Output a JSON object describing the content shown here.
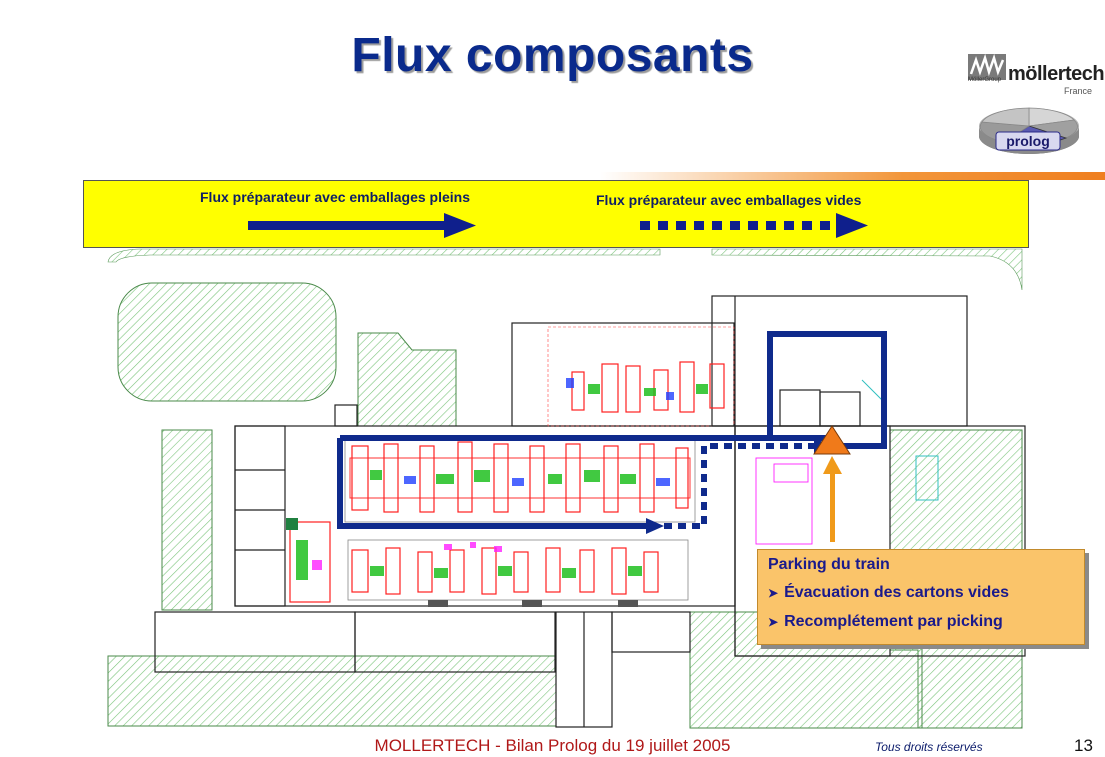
{
  "slide": {
    "title": "Flux composants",
    "page_number": "13"
  },
  "logo": {
    "brand_name": "möllertech",
    "group_name": "MöllerGroup",
    "country": "France",
    "product_name": "prolog",
    "pie_colors": [
      "#9a9a9a",
      "#c8c8c8",
      "#5a5ab0"
    ],
    "band_color": "#ef7f1f"
  },
  "legend": {
    "background": "#ffff00",
    "full_flow_label": "Flux préparateur avec emballages pleins",
    "empty_flow_label": "Flux préparateur avec emballages vides",
    "arrow_color": "#0f1f8c"
  },
  "floor_plan": {
    "hatch_color": "#7cc47c",
    "flow_color": "#0f2a8c",
    "train_marker_color": "#f07a1a",
    "machine_colors": [
      "#ff2020",
      "#20c020",
      "#2040ff",
      "#ff20ff"
    ]
  },
  "callout": {
    "title": "Parking du train",
    "items": [
      "Évacuation  des cartons vides",
      "Recomplétement par picking"
    ],
    "background": "#fac46a",
    "text_color": "#1a1a8c"
  },
  "footer": {
    "text": "MOLLERTECH - Bilan Prolog du 19 juillet 2005",
    "rights": "Tous droits réservés"
  }
}
